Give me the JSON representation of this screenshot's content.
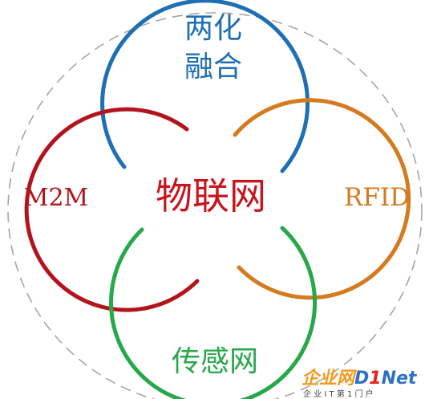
{
  "diagram": {
    "center_label": "物联网",
    "top_label_line1": "两化",
    "top_label_line2": "融合",
    "left_label": "M2M",
    "right_label": "RFID",
    "bottom_label": "传感网",
    "colors": {
      "top": "#1f6fb4",
      "left": "#b3141c",
      "right": "#d47a1f",
      "bottom": "#27a84a",
      "center_text": "#c8141c",
      "outer_dash": "#a6a6a6"
    }
  },
  "watermark": {
    "brand_part1": "企业网",
    "brand_part2": "D",
    "brand_part3": "1",
    "brand_part4": "Net",
    "tagline": "企 业 I T 第 1 门 户"
  }
}
